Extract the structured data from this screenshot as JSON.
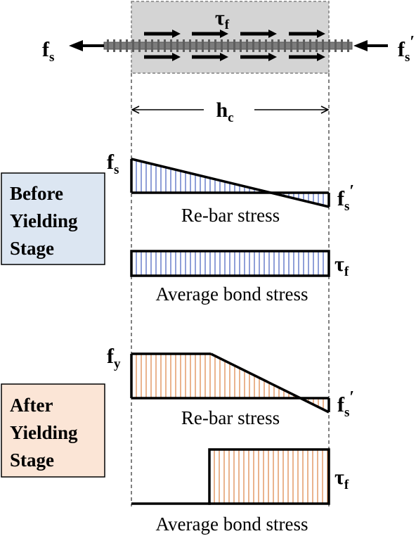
{
  "top_panel": {
    "bond_symbol": "τ",
    "bond_sub": "f",
    "left_force": "f",
    "left_force_sub": "s",
    "right_force": "f",
    "right_force_sub": "s",
    "right_force_prime": "′"
  },
  "dimension": {
    "label": "h",
    "sub": "c"
  },
  "before": {
    "stage_lines": [
      "Before",
      "Yielding",
      "Stage"
    ],
    "stage_color": "#dce6f2",
    "hatch_color": "#1f3fb0",
    "rebar_left_label": "f",
    "rebar_left_sub": "s",
    "rebar_right_label": "f",
    "rebar_right_sub": "s",
    "rebar_right_prime": "′",
    "rebar_caption": "Re-bar stress",
    "bond_label": "τ",
    "bond_sub": "f",
    "bond_caption": "Average bond stress"
  },
  "after": {
    "stage_lines": [
      "After",
      "Yielding",
      "Stage"
    ],
    "stage_color": "#fbe5d6",
    "hatch_color": "#d46a1e",
    "rebar_left_label": "f",
    "rebar_left_sub": "y",
    "rebar_right_label": "f",
    "rebar_right_sub": "s",
    "rebar_right_prime": "′",
    "rebar_caption": "Re-bar stress",
    "bond_label": "τ",
    "bond_sub": "f",
    "bond_caption": "Average bond stress"
  }
}
